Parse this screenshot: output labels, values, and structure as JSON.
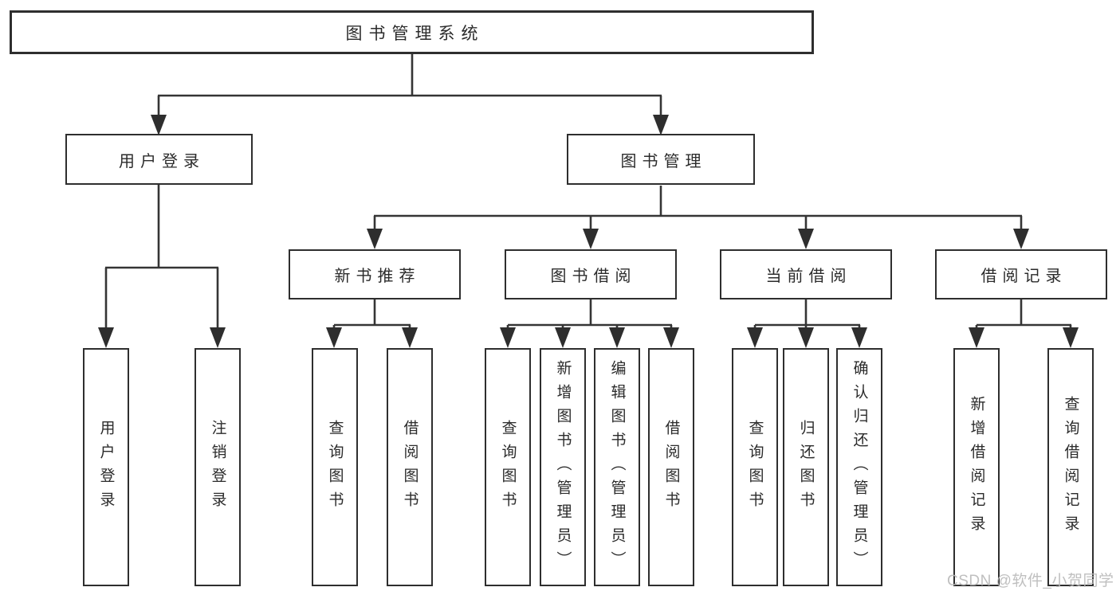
{
  "page": {
    "background": "#ffffff"
  },
  "colors": {
    "line": "#353535",
    "box_border": "#2e2e2e",
    "text": "#2b2b2b",
    "watermark": "#bababa"
  },
  "tree": {
    "root": {
      "label": "图书管理系统",
      "children": [
        {
          "label": "用户登录",
          "children": [
            {
              "label": "用户登录"
            },
            {
              "label": "注销登录"
            }
          ]
        },
        {
          "label": "图书管理",
          "children": [
            {
              "label": "新书推荐",
              "children": [
                {
                  "label": "查询图书"
                },
                {
                  "label": "借阅图书"
                }
              ]
            },
            {
              "label": "图书借阅",
              "children": [
                {
                  "label": "查询图书"
                },
                {
                  "label": "新增图书（管理员）"
                },
                {
                  "label": "编辑图书（管理员）"
                },
                {
                  "label": "借阅图书"
                }
              ]
            },
            {
              "label": "当前借阅",
              "children": [
                {
                  "label": "查询图书"
                },
                {
                  "label": "归还图书"
                },
                {
                  "label": "确认归还（管理员）"
                }
              ]
            },
            {
              "label": "借阅记录",
              "children": [
                {
                  "label": "新增借阅记录"
                },
                {
                  "label": "查询借阅记录"
                }
              ]
            }
          ]
        }
      ]
    }
  },
  "watermark": {
    "text": "CSDN @软件_小贺同学"
  }
}
